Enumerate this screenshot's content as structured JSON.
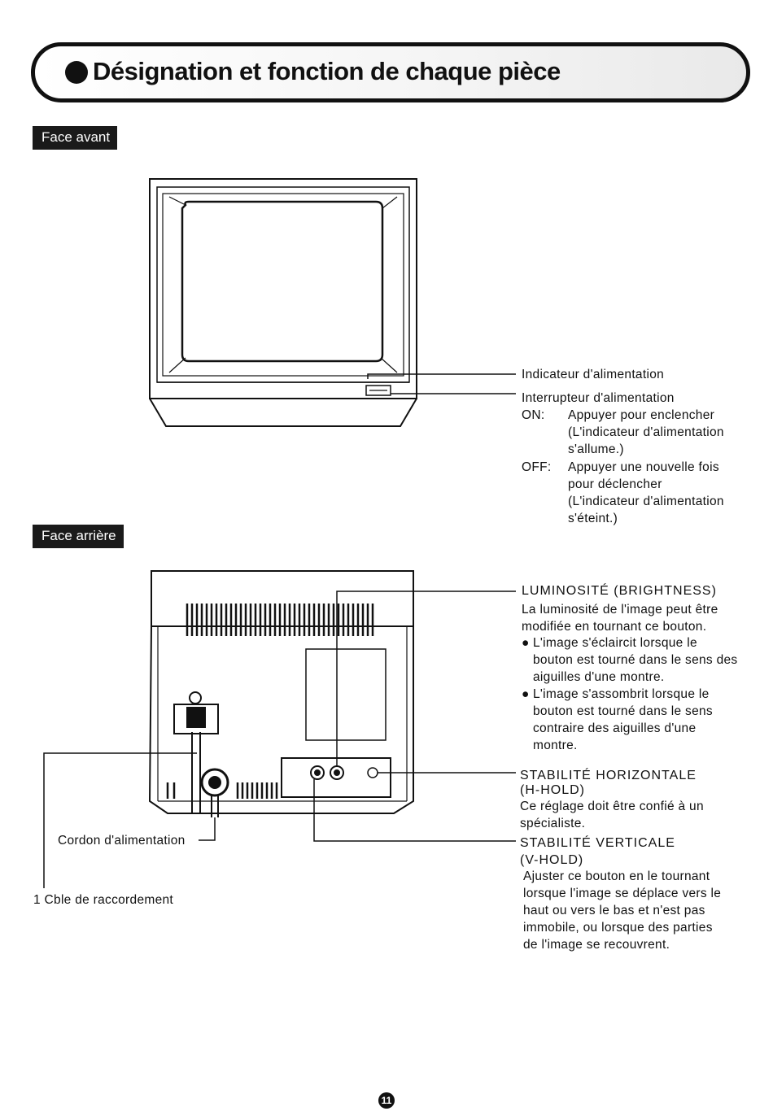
{
  "page": {
    "title": "Désignation et fonction de chaque pièce",
    "page_number": "11"
  },
  "front": {
    "section_label": "Face avant",
    "power_indicator": "Indicateur d'alimentation",
    "power_switch": "Interrupteur d'alimentation",
    "on_key": "ON:",
    "on_lines": [
      "Appuyer pour enclencher",
      "(L'indicateur d'alimentation",
      "s'allume.)"
    ],
    "off_key": "OFF:",
    "off_lines": [
      "Appuyer une nouvelle fois",
      "pour déclencher",
      "(L'indicateur d'alimentation",
      "s'éteint.)"
    ]
  },
  "rear": {
    "section_label": "Face arrière",
    "brightness_title": "LUMINOSITÉ (BRIGHTNESS)",
    "brightness_lines": [
      "La luminosité de l'image peut être",
      "modifiée en tournant ce bouton."
    ],
    "brightness_bullets": [
      [
        "L'image s'éclaircit lorsque le",
        "bouton est tourné dans le sens des",
        "aiguilles d'une montre."
      ],
      [
        "L'image s'assombrit lorsque le",
        "bouton est tourné dans le sens",
        "contraire des aiguilles d'une",
        "montre."
      ]
    ],
    "hhold_title": [
      "STABILITÉ HORIZONTALE",
      "(H-HOLD)"
    ],
    "hhold_lines": [
      "Ce réglage doit être confié à un",
      "spécialiste."
    ],
    "vhold_title": [
      "STABILITÉ VERTICALE",
      "(V-HOLD)"
    ],
    "vhold_lines": [
      "Ajuster ce bouton en le tournant",
      "lorsque l'image se déplace vers le",
      "haut ou vers le bas et n'est pas",
      "immobile, ou lorsque des parties",
      "de l'image se recouvrent."
    ],
    "power_cord": "Cordon d'alimentation",
    "cable": "1 Cble de raccordement"
  }
}
